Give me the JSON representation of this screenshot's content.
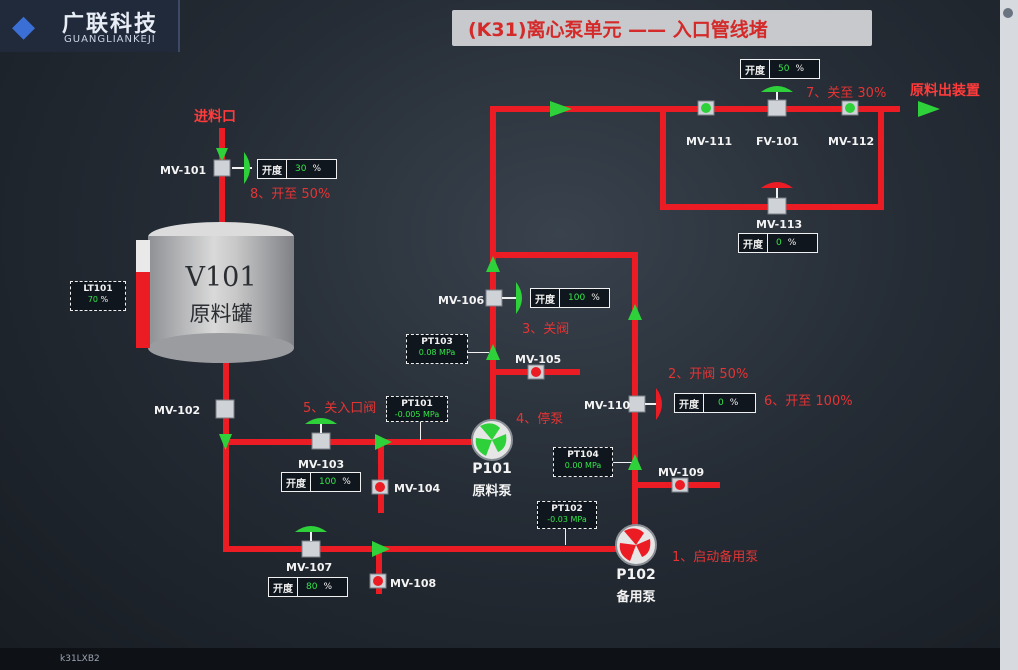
{
  "header": {
    "company_cn": "广联科技",
    "company_en": "GUANGLIANKEJI",
    "title": "(K31)离心泵单元 —— 入口管线堵"
  },
  "labels": {
    "feed_inlet": "进料口",
    "product_outlet": "原料出装置"
  },
  "tank": {
    "name": "V101",
    "desc": "原料罐",
    "level_tag": "LT101",
    "level_value": "70",
    "level_unit": "%",
    "level_fraction": 0.7
  },
  "valves": {
    "mv101": {
      "name": "MV-101",
      "key": "开度",
      "value": "30",
      "unit": "%"
    },
    "fv101": {
      "name": "FV-101",
      "key": "开度",
      "value": "50",
      "unit": "%"
    },
    "mv111": {
      "name": "MV-111"
    },
    "mv112": {
      "name": "MV-112"
    },
    "mv113": {
      "name": "MV-113",
      "key": "开度",
      "value": "0",
      "unit": "%"
    },
    "mv106": {
      "name": "MV-106",
      "key": "开度",
      "value": "100",
      "unit": "%"
    },
    "mv105": {
      "name": "MV-105"
    },
    "mv110": {
      "name": "MV-110",
      "key": "开度",
      "value": "0",
      "unit": "%"
    },
    "mv109": {
      "name": "MV-109"
    },
    "mv102": {
      "name": "MV-102"
    },
    "mv103": {
      "name": "MV-103",
      "key": "开度",
      "value": "100",
      "unit": "%"
    },
    "mv104": {
      "name": "MV-104"
    },
    "mv107": {
      "name": "MV-107",
      "key": "开度",
      "value": "80",
      "unit": "%"
    },
    "mv108": {
      "name": "MV-108"
    }
  },
  "transmitters": {
    "pt103": {
      "name": "PT103",
      "value": "0.08 MPa"
    },
    "pt101": {
      "name": "PT101",
      "value": "-0.005 MPa"
    },
    "pt104": {
      "name": "PT104",
      "value": "0.00 MPa"
    },
    "pt102": {
      "name": "PT102",
      "value": "-0.03 MPa"
    }
  },
  "pumps": {
    "p101": {
      "tag": "P101",
      "desc": "原料泵"
    },
    "p102": {
      "tag": "P102",
      "desc": "备用泵"
    }
  },
  "annotations": {
    "a1": "1、启动备用泵",
    "a2": "2、开阀 50%",
    "a3": "3、关阀",
    "a4": "4、停泵",
    "a5": "5、关入口阀",
    "a6": "6、开至 100%",
    "a7": "7、关至 30%",
    "a8": "8、开至 50%"
  },
  "taskbar": {
    "item": "k31LXB2"
  },
  "colors": {
    "pipe": "#ec1c24",
    "value_green": "#34e64a",
    "arrow_green": "#2fd13b",
    "annotation_red": "#e43434"
  }
}
